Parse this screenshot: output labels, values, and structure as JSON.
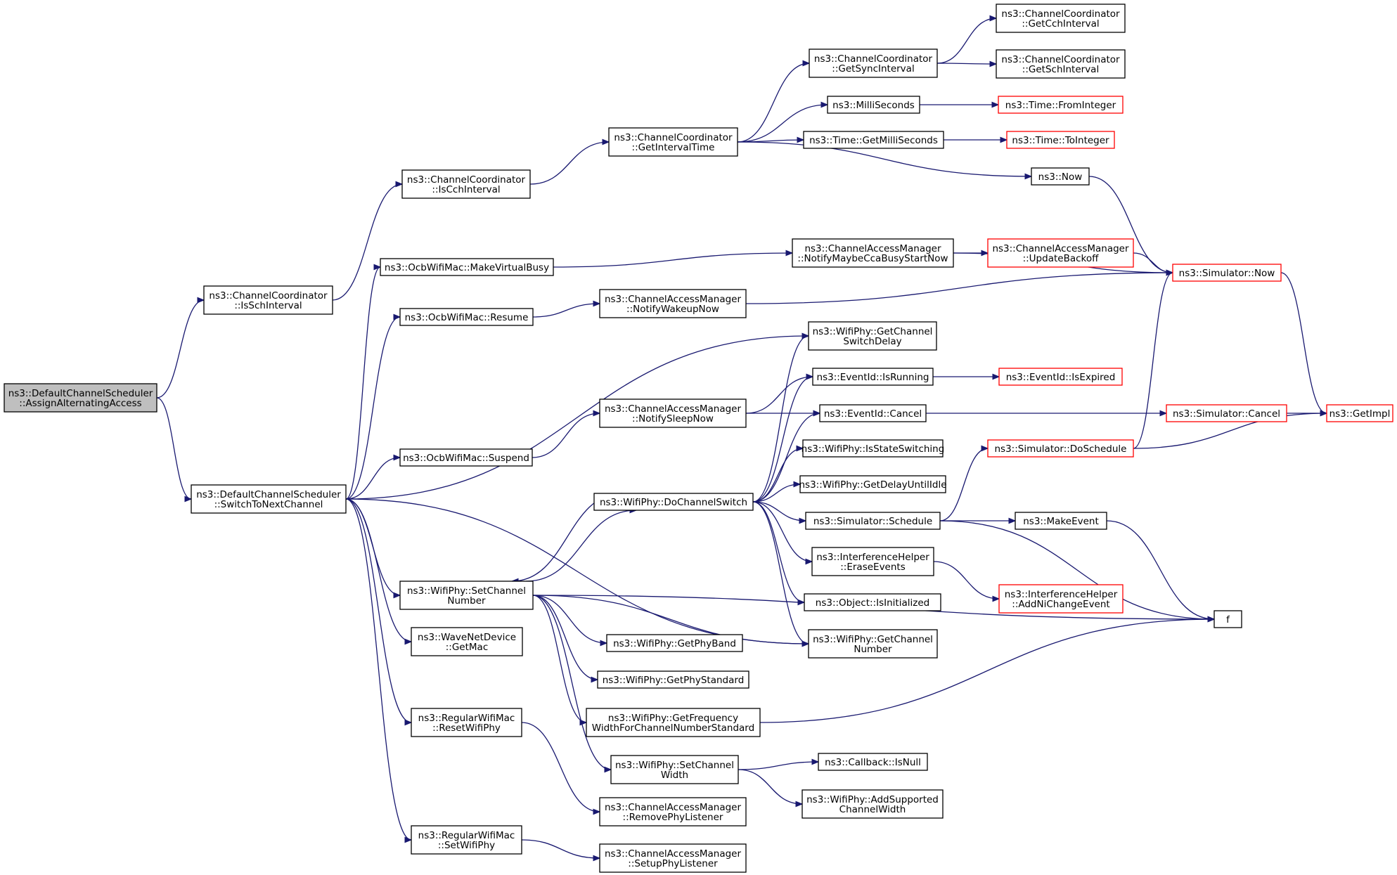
{
  "graph": {
    "nodes": [
      {
        "id": "assign",
        "lines": [
          "ns3::DefaultChannelScheduler",
          "::AssignAlternatingAccess"
        ],
        "style": "root"
      },
      {
        "id": "isSch",
        "lines": [
          "ns3::ChannelCoordinator",
          "::IsSchInterval"
        ],
        "style": "normal"
      },
      {
        "id": "switchNext",
        "lines": [
          "ns3::DefaultChannelScheduler",
          "::SwitchToNextChannel"
        ],
        "style": "normal"
      },
      {
        "id": "isCch",
        "lines": [
          "ns3::ChannelCoordinator",
          "::IsCchInterval"
        ],
        "style": "normal"
      },
      {
        "id": "makeVB",
        "lines": [
          "ns3::OcbWifiMac::MakeVirtualBusy"
        ],
        "style": "normal"
      },
      {
        "id": "resume",
        "lines": [
          "ns3::OcbWifiMac::Resume"
        ],
        "style": "normal"
      },
      {
        "id": "suspend",
        "lines": [
          "ns3::OcbWifiMac::Suspend"
        ],
        "style": "normal"
      },
      {
        "id": "setChNum",
        "lines": [
          "ns3::WifiPhy::SetChannel",
          "Number"
        ],
        "style": "normal"
      },
      {
        "id": "getMac",
        "lines": [
          "ns3::WaveNetDevice",
          "::GetMac"
        ],
        "style": "normal"
      },
      {
        "id": "resetPhy",
        "lines": [
          "ns3::RegularWifiMac",
          "::ResetWifiPhy"
        ],
        "style": "normal"
      },
      {
        "id": "setPhy",
        "lines": [
          "ns3::RegularWifiMac",
          "::SetWifiPhy"
        ],
        "style": "normal"
      },
      {
        "id": "getInterval",
        "lines": [
          "ns3::ChannelCoordinator",
          "::GetIntervalTime"
        ],
        "style": "normal"
      },
      {
        "id": "notifyWake",
        "lines": [
          "ns3::ChannelAccessManager",
          "::NotifyWakeupNow"
        ],
        "style": "normal"
      },
      {
        "id": "notifySleep",
        "lines": [
          "ns3::ChannelAccessManager",
          "::NotifySleepNow"
        ],
        "style": "normal"
      },
      {
        "id": "doChSwitch",
        "lines": [
          "ns3::WifiPhy::DoChannelSwitch"
        ],
        "style": "normal"
      },
      {
        "id": "getPhyBand",
        "lines": [
          "ns3::WifiPhy::GetPhyBand"
        ],
        "style": "normal"
      },
      {
        "id": "getPhyStd",
        "lines": [
          "ns3::WifiPhy::GetPhyStandard"
        ],
        "style": "normal"
      },
      {
        "id": "getFreqW",
        "lines": [
          "ns3::WifiPhy::GetFrequency",
          "WidthForChannelNumberStandard"
        ],
        "style": "normal"
      },
      {
        "id": "setChW",
        "lines": [
          "ns3::WifiPhy::SetChannel",
          "Width"
        ],
        "style": "normal"
      },
      {
        "id": "removeL",
        "lines": [
          "ns3::ChannelAccessManager",
          "::RemovePhyListener"
        ],
        "style": "normal"
      },
      {
        "id": "setupL",
        "lines": [
          "ns3::ChannelAccessManager",
          "::SetupPhyListener"
        ],
        "style": "normal"
      },
      {
        "id": "getSync",
        "lines": [
          "ns3::ChannelCoordinator",
          "::GetSyncInterval"
        ],
        "style": "normal"
      },
      {
        "id": "milli",
        "lines": [
          "ns3::MilliSeconds"
        ],
        "style": "normal"
      },
      {
        "id": "getMilli",
        "lines": [
          "ns3::Time::GetMilliSeconds"
        ],
        "style": "normal"
      },
      {
        "id": "now",
        "lines": [
          "ns3::Now"
        ],
        "style": "normal"
      },
      {
        "id": "notifyCca",
        "lines": [
          "ns3::ChannelAccessManager",
          "::NotifyMaybeCcaBusyStartNow"
        ],
        "style": "normal"
      },
      {
        "id": "getChSwDelay",
        "lines": [
          "ns3::WifiPhy::GetChannel",
          "SwitchDelay"
        ],
        "style": "normal"
      },
      {
        "id": "isRunning",
        "lines": [
          "ns3::EventId::IsRunning"
        ],
        "style": "normal"
      },
      {
        "id": "cancel",
        "lines": [
          "ns3::EventId::Cancel"
        ],
        "style": "normal"
      },
      {
        "id": "isStateSw",
        "lines": [
          "ns3::WifiPhy::IsStateSwitching"
        ],
        "style": "normal"
      },
      {
        "id": "getDelayIdle",
        "lines": [
          "ns3::WifiPhy::GetDelayUntilIdle"
        ],
        "style": "normal"
      },
      {
        "id": "schedule",
        "lines": [
          "ns3::Simulator::Schedule"
        ],
        "style": "normal"
      },
      {
        "id": "eraseEv",
        "lines": [
          "ns3::InterferenceHelper",
          "::EraseEvents"
        ],
        "style": "normal"
      },
      {
        "id": "isInit",
        "lines": [
          "ns3::Object::IsInitialized"
        ],
        "style": "normal"
      },
      {
        "id": "getChNum",
        "lines": [
          "ns3::WifiPhy::GetChannel",
          "Number"
        ],
        "style": "normal"
      },
      {
        "id": "cbIsNull",
        "lines": [
          "ns3::Callback::IsNull"
        ],
        "style": "normal"
      },
      {
        "id": "addSupW",
        "lines": [
          "ns3::WifiPhy::AddSupported",
          "ChannelWidth"
        ],
        "style": "normal"
      },
      {
        "id": "getCch",
        "lines": [
          "ns3::ChannelCoordinator",
          "::GetCchInterval"
        ],
        "style": "normal"
      },
      {
        "id": "getSch",
        "lines": [
          "ns3::ChannelCoordinator",
          "::GetSchInterval"
        ],
        "style": "normal"
      },
      {
        "id": "fromInt",
        "lines": [
          "ns3::Time::FromInteger"
        ],
        "style": "red"
      },
      {
        "id": "toInt",
        "lines": [
          "ns3::Time::ToInteger"
        ],
        "style": "red"
      },
      {
        "id": "updBackoff",
        "lines": [
          "ns3::ChannelAccessManager",
          "::UpdateBackoff"
        ],
        "style": "red"
      },
      {
        "id": "isExpired",
        "lines": [
          "ns3::EventId::IsExpired"
        ],
        "style": "red"
      },
      {
        "id": "simCancel",
        "lines": [
          "ns3::Simulator::Cancel"
        ],
        "style": "red"
      },
      {
        "id": "doSchedule",
        "lines": [
          "ns3::Simulator::DoSchedule"
        ],
        "style": "red"
      },
      {
        "id": "makeEvent",
        "lines": [
          "ns3::MakeEvent"
        ],
        "style": "normal"
      },
      {
        "id": "addNi",
        "lines": [
          "ns3::InterferenceHelper",
          "::AddNiChangeEvent"
        ],
        "style": "red"
      },
      {
        "id": "simNow",
        "lines": [
          "ns3::Simulator::Now"
        ],
        "style": "red"
      },
      {
        "id": "f",
        "lines": [
          "f"
        ],
        "style": "normal"
      },
      {
        "id": "getImpl",
        "lines": [
          "ns3::GetImpl"
        ],
        "style": "red"
      }
    ],
    "edges": [
      [
        "assign",
        "isSch"
      ],
      [
        "assign",
        "switchNext"
      ],
      [
        "isSch",
        "isCch"
      ],
      [
        "isCch",
        "getInterval"
      ],
      [
        "getInterval",
        "getSync"
      ],
      [
        "getInterval",
        "milli"
      ],
      [
        "getInterval",
        "getMilli"
      ],
      [
        "getInterval",
        "now"
      ],
      [
        "getSync",
        "getCch"
      ],
      [
        "getSync",
        "getSch"
      ],
      [
        "milli",
        "fromInt"
      ],
      [
        "getMilli",
        "toInt"
      ],
      [
        "now",
        "simNow"
      ],
      [
        "switchNext",
        "makeVB"
      ],
      [
        "switchNext",
        "resume"
      ],
      [
        "switchNext",
        "getChSwDelay"
      ],
      [
        "switchNext",
        "suspend"
      ],
      [
        "switchNext",
        "setChNum"
      ],
      [
        "switchNext",
        "getChNum"
      ],
      [
        "switchNext",
        "getMac"
      ],
      [
        "switchNext",
        "resetPhy"
      ],
      [
        "switchNext",
        "setPhy"
      ],
      [
        "makeVB",
        "notifyCca"
      ],
      [
        "notifyCca",
        "simNow"
      ],
      [
        "notifyCca",
        "updBackoff"
      ],
      [
        "updBackoff",
        "simNow"
      ],
      [
        "resume",
        "notifyWake"
      ],
      [
        "notifyWake",
        "simNow"
      ],
      [
        "suspend",
        "notifySleep"
      ],
      [
        "notifySleep",
        "isRunning"
      ],
      [
        "notifySleep",
        "cancel"
      ],
      [
        "setChNum",
        "doChSwitch"
      ],
      [
        "setChNum",
        "getChNum"
      ],
      [
        "setChNum",
        "f"
      ],
      [
        "setChNum",
        "getPhyBand"
      ],
      [
        "setChNum",
        "getPhyStd"
      ],
      [
        "setChNum",
        "getFreqW"
      ],
      [
        "setChNum",
        "setChW"
      ],
      [
        "doChSwitch",
        "getChSwDelay"
      ],
      [
        "doChSwitch",
        "isRunning"
      ],
      [
        "doChSwitch",
        "cancel"
      ],
      [
        "doChSwitch",
        "isStateSw"
      ],
      [
        "doChSwitch",
        "getDelayIdle"
      ],
      [
        "doChSwitch",
        "schedule"
      ],
      [
        "doChSwitch",
        "eraseEv"
      ],
      [
        "doChSwitch",
        "isInit"
      ],
      [
        "doChSwitch",
        "getChNum"
      ],
      [
        "doChSwitch",
        "setChNum"
      ],
      [
        "isRunning",
        "isExpired"
      ],
      [
        "cancel",
        "simCancel"
      ],
      [
        "simCancel",
        "getImpl"
      ],
      [
        "simNow",
        "getImpl"
      ],
      [
        "schedule",
        "doSchedule"
      ],
      [
        "schedule",
        "makeEvent"
      ],
      [
        "schedule",
        "f"
      ],
      [
        "doSchedule",
        "simNow"
      ],
      [
        "doSchedule",
        "getImpl"
      ],
      [
        "makeEvent",
        "f"
      ],
      [
        "eraseEv",
        "addNi"
      ],
      [
        "getFreqW",
        "f"
      ],
      [
        "setChW",
        "cbIsNull"
      ],
      [
        "setChW",
        "addSupW"
      ],
      [
        "resetPhy",
        "removeL"
      ],
      [
        "setPhy",
        "setupL"
      ]
    ]
  }
}
